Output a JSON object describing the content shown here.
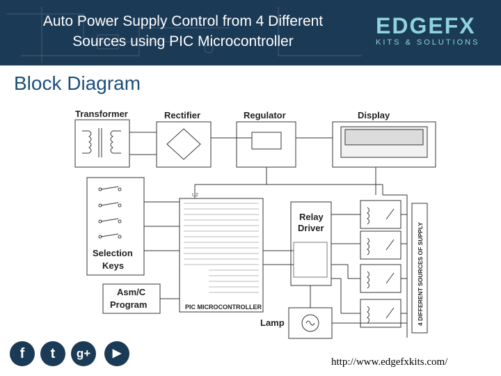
{
  "header": {
    "title_line1": "Auto Power Supply Control from 4 Different",
    "title_line2": "Sources using PIC Microcontroller",
    "logo_main": "EDGEFX",
    "logo_sub": "KITS & SOLUTIONS"
  },
  "subtitle": "Block Diagram",
  "diagram": {
    "transformer": "Transformer",
    "rectifier": "Rectifier",
    "regulator": "Regulator",
    "display": "Display",
    "relay_driver_line1": "Relay",
    "relay_driver_line2": "Driver",
    "selection_keys_line1": "Selection",
    "selection_keys_line2": "Keys",
    "asm_line1": "Asm/C",
    "asm_line2": "Program",
    "lamp": "Lamp",
    "pic_label": "PIC MICROCONTROLLER",
    "sources_vertical": "4 DIFFERENT SOURCES OF SUPPLY",
    "mcu_ref": "U2"
  },
  "socials": {
    "facebook": "f",
    "twitter": "t",
    "googleplus": "g+",
    "youtube": "▶"
  },
  "footer_url": "http://www.edgefxkits.com/"
}
